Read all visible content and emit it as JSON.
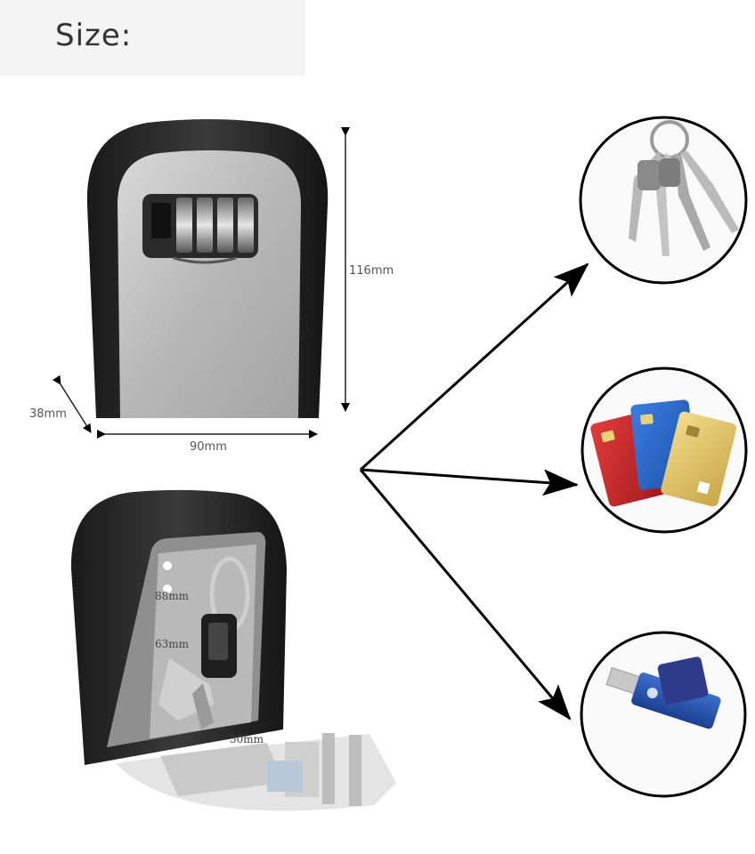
{
  "header": {
    "title": "Size:"
  },
  "dimensions": {
    "depth": "38mm",
    "width": "90mm",
    "height": "116mm"
  },
  "inner_dimensions": {
    "height": "88mm",
    "width": "63mm",
    "depth": "30mm"
  },
  "storage_items": [
    {
      "icon": "keys-icon"
    },
    {
      "icon": "credit-cards-icon"
    },
    {
      "icon": "usb-drive-icon"
    }
  ]
}
